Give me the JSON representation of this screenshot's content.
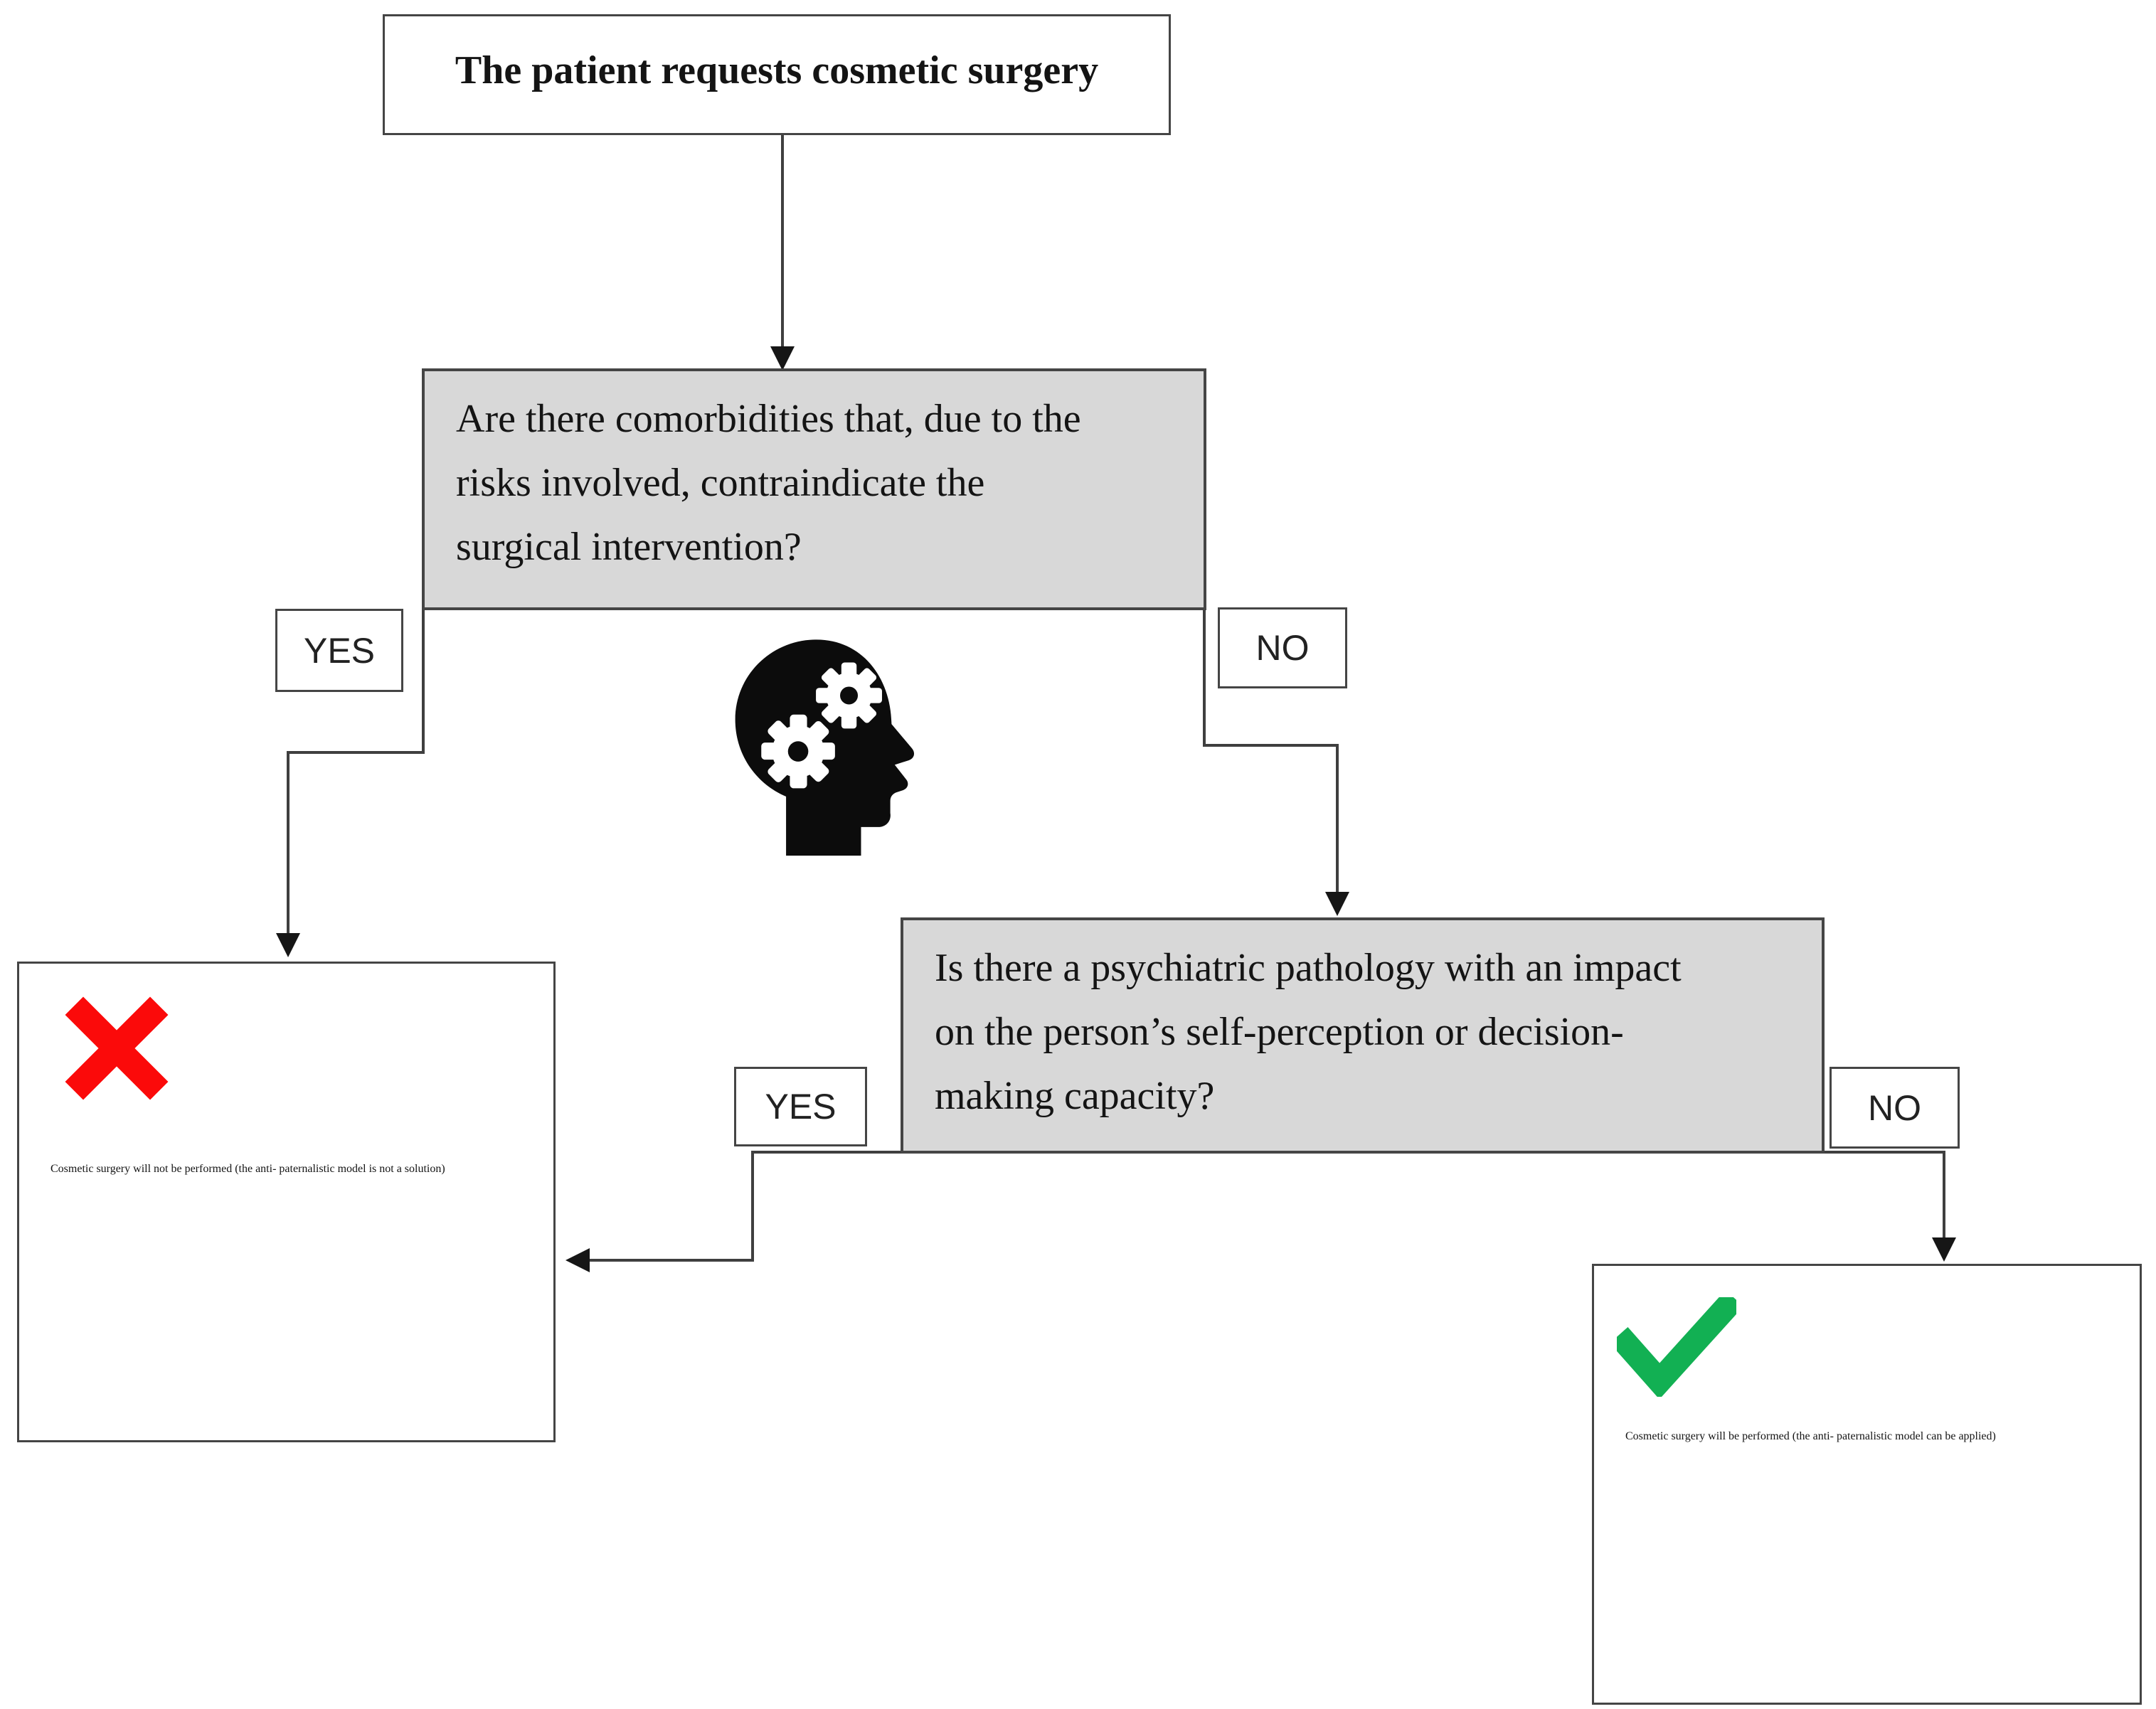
{
  "diagram": {
    "title": "Cosmetic surgery decision flowchart",
    "start": "The patient requests cosmetic surgery",
    "q1": "Are there comorbidities that, due to the\nrisks involved, contraindicate the\nsurgical intervention?",
    "q1_yes": "YES",
    "q1_no": "NO",
    "q2": "Is there a psychiatric pathology with an impact\non the person’s self-perception or decision-\nmaking capacity?",
    "q2_yes": "YES",
    "q2_no": "NO",
    "outcome_reject": "Cosmetic surgery will not\nbe performed (the anti-\npaternalistic model is not\na solution)",
    "outcome_accept": "Cosmetic surgery will be\nperformed (the anti-\npaternalistic model can be\napplied)",
    "icons": {
      "reject": "red-cross",
      "accept": "green-check",
      "thinking": "head-with-gears"
    },
    "colors": {
      "q_fill": "#d8d8d8",
      "border": "#454545",
      "arrow": "#3f3f3f",
      "text": "#141414",
      "cross": "#fb0a0a",
      "check": "#12b053",
      "icon": "#0c0c0c"
    }
  }
}
